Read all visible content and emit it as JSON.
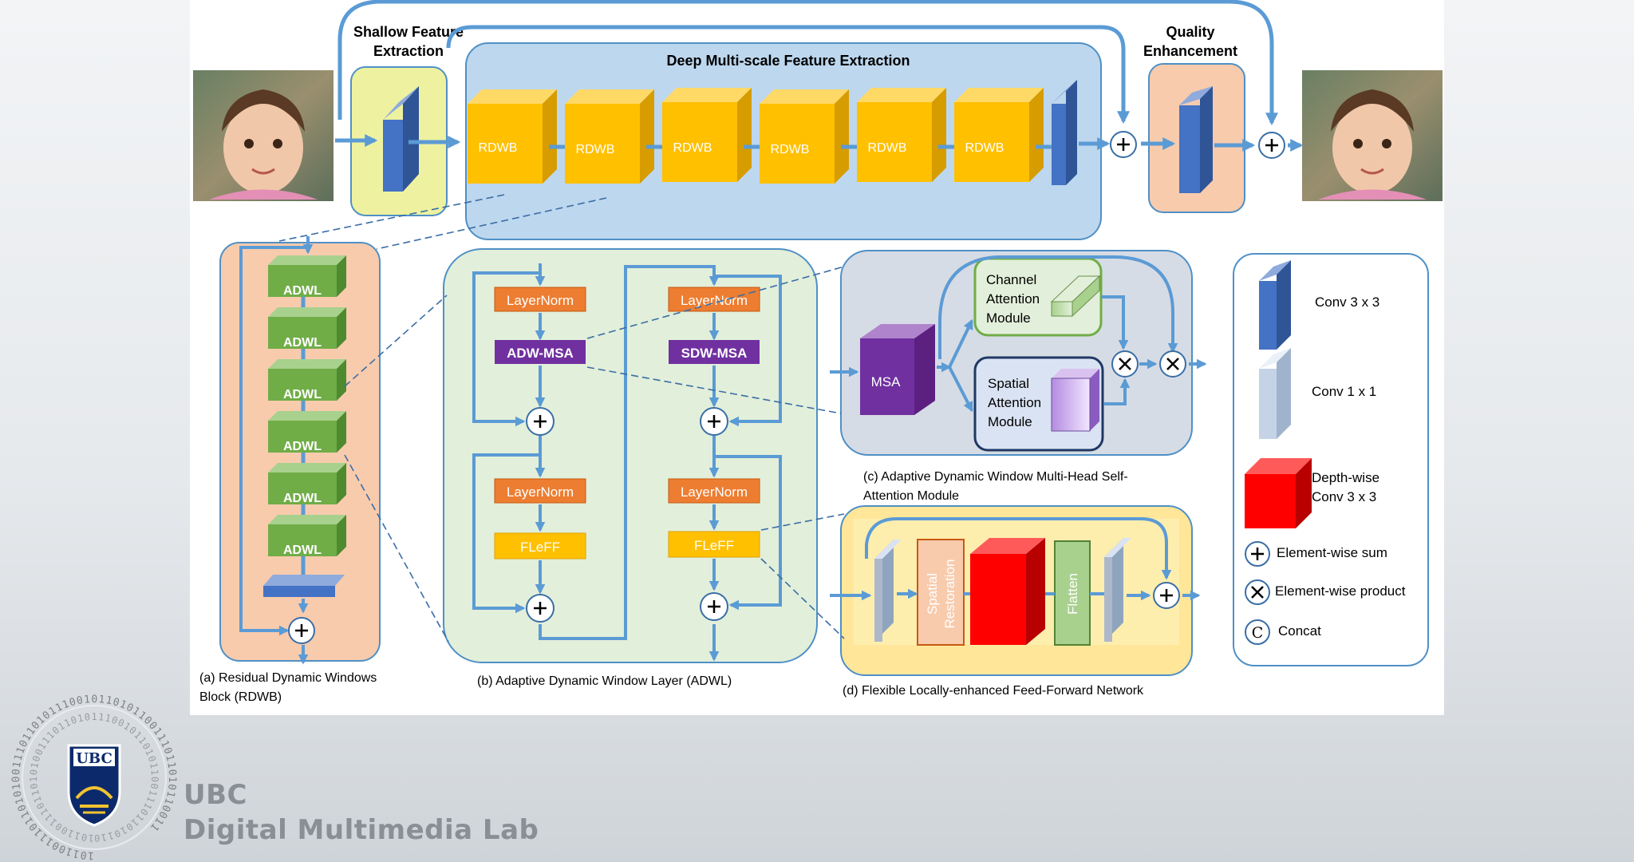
{
  "diagram": {
    "shallow_title": [
      "Shallow Feature",
      "Extraction"
    ],
    "deep_title": "Deep Multi-scale Feature Extraction",
    "quality_title": [
      "Quality",
      "Enhancement"
    ],
    "rdwb_label": "RDWB",
    "adwl_label": "ADWL",
    "layernorm_label": "LayerNorm",
    "adw_msa_label": "ADW-MSA",
    "sdw_msa_label": "SDW-MSA",
    "fleff_label": "FLeFF",
    "msa_label": "MSA",
    "channel_attention": [
      "Channel",
      "Attention",
      "Module"
    ],
    "spatial_attention": [
      "Spatial",
      "Attention",
      "Module"
    ],
    "spatial_restoration": [
      "Spatial",
      "Restoration"
    ],
    "flatten_label": "Flatten",
    "caption_a": [
      "(a) Residual Dynamic Windows",
      "Block (RDWB)"
    ],
    "caption_b": "(b) Adaptive Dynamic Window Layer (ADWL)",
    "caption_c": [
      "(c) Adaptive Dynamic Window Multi-Head Self-",
      "Attention Module"
    ],
    "caption_d": "(d) Flexible Locally-enhanced Feed-Forward Network",
    "legend": {
      "conv3": "Conv 3 x 3",
      "conv1": "Conv 1 x 1",
      "depthwise": [
        "Depth-wise",
        "Conv 3 x 3"
      ],
      "sum": "Element-wise sum",
      "product": "Element-wise product",
      "concat": "Concat",
      "concat_symbol": "C"
    }
  },
  "logo": {
    "crest_text": "UBC",
    "binary_ring": "1011001110110101001110110101110010110101100111011010110011",
    "lab_line1": "UBC",
    "lab_line2": "Digital Multimedia Lab"
  },
  "colors": {
    "rdwb_yellow": "#fcc20a",
    "adwl_green": "#70ad47",
    "layernorm_orange": "#ed7d31",
    "msa_purple": "#7030a0",
    "conv_blue": "#4472c4",
    "depthwise_red": "#ff0000",
    "arrow_blue": "#5b9bd5"
  }
}
